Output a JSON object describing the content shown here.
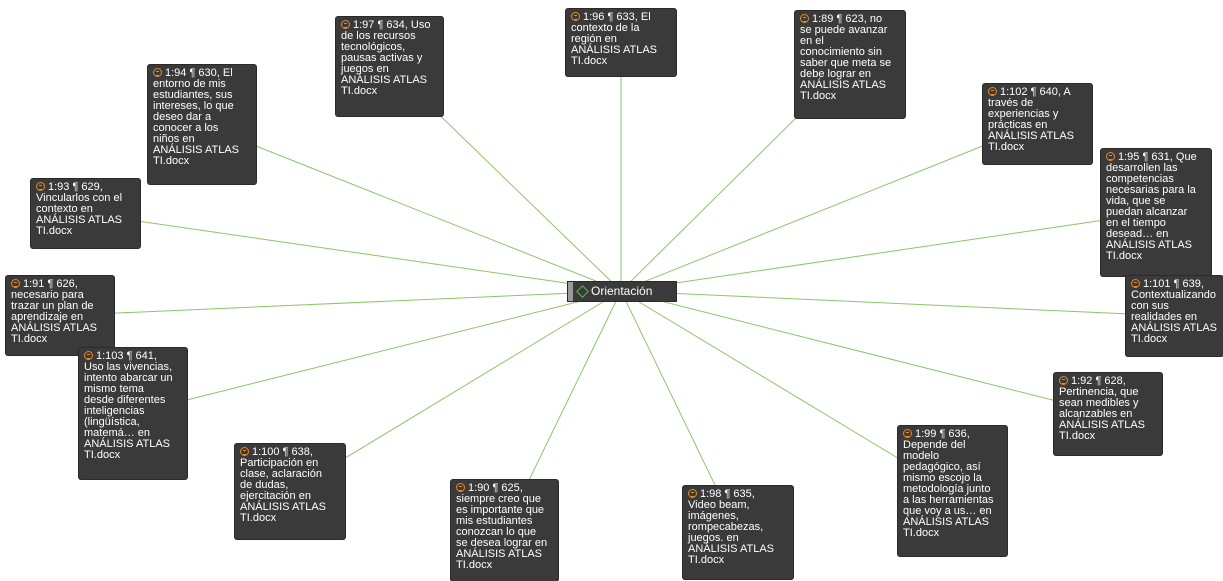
{
  "center": {
    "label": "Orientación"
  },
  "quotes": [
    {
      "text": "1:97 ¶ 634, Uso\nde los recursos\ntecnológicos,\npausas activas y\njuegos en\nANÁLISIS ATLAS\nTI.docx"
    },
    {
      "text": "1:96 ¶ 633, El\ncontexto de la\nregión en\nANÁLISIS ATLAS\nTI.docx"
    },
    {
      "text": "1:89 ¶ 623, no\nse puede avanzar\nen el\nconocimiento sin\nsaber que meta se\ndebe lograr en\nANÁLISIS ATLAS\nTI.docx"
    },
    {
      "text": "1:94 ¶ 630, El\nentorno de mis\nestudiantes, sus\nintereses, lo que\ndeseo dar a\nconocer a los\nniños en\nANÁLISIS ATLAS\nTI.docx"
    },
    {
      "text": "1:102 ¶ 640, A\ntravés de\nexperiencias y\nprácticas en\nANÁLISIS ATLAS\nTI.docx"
    },
    {
      "text": "1:95 ¶ 631, Que\ndesarrollen las\ncompetencias\nnecesarias para la\nvida, que se\npuedan alcanzar\nen el tiempo\ndesead… en\nANÁLISIS ATLAS\nTI.docx"
    },
    {
      "text": "1:93 ¶ 629,\nVincularlos con el\ncontexto en\nANÁLISIS ATLAS\nTI.docx"
    },
    {
      "text": "1:91 ¶ 626,\nnecesario para\ntrazar un plan de\naprendizaje en\nANÁLISIS ATLAS\nTI.docx"
    },
    {
      "text": "1:101 ¶ 639,\nContextualizando\ncon sus\nrealidades en\nANÁLISIS ATLAS\nTI.docx"
    },
    {
      "text": "1:103 ¶ 641,\nUso las vivencias,\nintento abarcar un\nmismo tema\ndesde diferentes\ninteligencias\n(lingüística,\nmatemá… en\nANÁLISIS ATLAS\nTI.docx"
    },
    {
      "text": "1:92 ¶ 628,\nPertinencia, que\nsean medibles y\nalcanzables en\nANÁLISIS ATLAS\nTI.docx"
    },
    {
      "text": "1:99 ¶ 636,\nDepende del\nmodelo\npedagógico, así\nmismo escojo la\nmetodología junto\na las herramientas\nque voy a us… en\nANÁLISIS ATLAS\nTI.docx"
    },
    {
      "text": "1:100 ¶ 638,\nParticipación en\nclase, aclaración\nde dudas,\nejercitación en\nANÁLISIS ATLAS\nTI.docx"
    },
    {
      "text": "1:90 ¶ 625,\nsiempre creo que\nes importante que\nmis estudiantes\nconozcan lo que\nse desea lograr en\nANÁLISIS ATLAS\nTI.docx"
    },
    {
      "text": "1:98 ¶ 635,\nVideo beam,\nimágenes,\nrompecabezas,\njuegos. en\nANÁLISIS ATLAS\nTI.docx"
    }
  ],
  "colors": {
    "edge": "#8cc66a",
    "node_bg": "#3a3a3a",
    "quote_icon": "#e8891d",
    "code_icon": "#4cc04c"
  }
}
